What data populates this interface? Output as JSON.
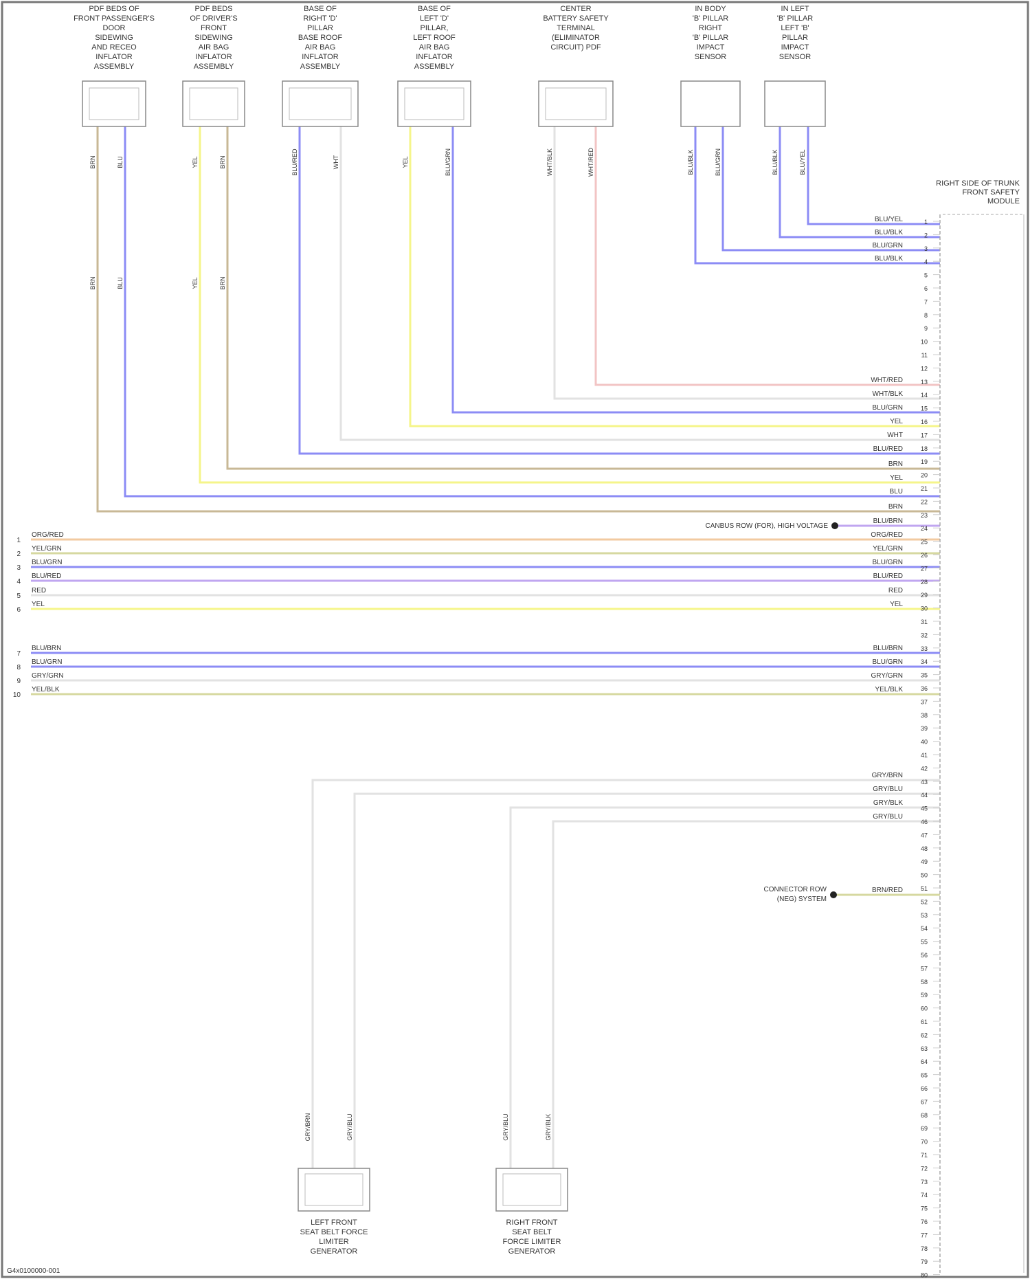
{
  "diagram": {
    "components": [
      {
        "id": "c1",
        "label": [
          "PDF BEDS OF",
          "FRONT PASSENGER'S",
          "DOOR",
          "SIDEWING",
          "AND RECEO",
          "INFLATOR",
          "ASSEMBLY"
        ]
      },
      {
        "id": "c2",
        "label": [
          "PDF BEDS",
          "OF DRIVER'S",
          "FRONT",
          "SIDEWING",
          "AIR BAG",
          "INFLATOR",
          "ASSEMBLY"
        ]
      },
      {
        "id": "c3",
        "label": [
          "BASE OF",
          "RIGHT 'D'",
          "PILLAR",
          "BASE ROOF",
          "AIR BAG",
          "INFLATOR",
          "ASSEMBLY"
        ]
      },
      {
        "id": "c4",
        "label": [
          "BASE OF",
          "LEFT 'D'",
          "PILLAR,",
          "LEFT ROOF",
          "AIR BAG",
          "INFLATOR",
          "ASSEMBLY"
        ]
      },
      {
        "id": "c5",
        "label": [
          "CENTER",
          "BATTERY SAFETY",
          "TERMINAL",
          "(ELIMINATOR",
          "CIRCUIT) PDF"
        ]
      },
      {
        "id": "c6",
        "label": [
          "IN BODY",
          "'B' PILLAR",
          "RIGHT",
          "'B' PILLAR",
          "IMPACT",
          "SENSOR"
        ]
      },
      {
        "id": "c7",
        "label": [
          "IN LEFT",
          "'B' PILLAR",
          "LEFT 'B'",
          "PILLAR",
          "IMPACT",
          "SENSOR"
        ]
      },
      {
        "id": "c8",
        "label": [
          "LEFT FRONT",
          "SEAT BELT FORCE",
          "LIMITER",
          "GENERATOR"
        ]
      },
      {
        "id": "c9",
        "label": [
          "RIGHT FRONT",
          "SEAT BELT",
          "FORCE LIMITER",
          "GENERATOR"
        ]
      }
    ],
    "module_label": [
      "RIGHT SIDE OF TRUNK",
      "FRONT SAFETY",
      "MODULE"
    ],
    "top_wire_labels": {
      "c1": [
        "BRN",
        "BLU",
        "BRN",
        "BLU"
      ],
      "c2": [
        "YEL",
        "BRN",
        "YEL",
        "BRN"
      ],
      "c3": [
        "BLU/RED",
        "WHT"
      ],
      "c4": [
        "YEL",
        "BLU/GRN"
      ],
      "c5": [
        "WHT/BLK",
        "WHT/RED"
      ],
      "c6": [
        "BLU/BLK",
        "BLU/GRN"
      ],
      "c7": [
        "BLU/BLK",
        "BLU/YEL"
      ]
    },
    "module_wire_labels": {
      "sensors": [
        "BLU/YEL",
        "BLU/BLK",
        "BLU/GRN",
        "BLU/BLK"
      ],
      "main": [
        "WHT/RED",
        "WHT/BLK",
        "BLU/GRN",
        "YEL",
        "WHT",
        "BLU/RED",
        "BRN",
        "YEL",
        "BLU",
        "BRN"
      ],
      "diag": "BLU/BRN",
      "bus_a": [
        "ORG/RED",
        "YEL/GRN",
        "BLU/GRN",
        "BLU/RED",
        "RED",
        "YEL"
      ],
      "bus_b": [
        "BLU/BRN",
        "BLU/GRN",
        "GRY/GRN",
        "YEL/BLK"
      ],
      "bottom": [
        "GRY/BRN",
        "GRY/BLU",
        "GRY/BLK",
        "GRY/BLU"
      ],
      "ground": "BRN/RED"
    },
    "left_numbers_a": [
      "1",
      "2",
      "3",
      "4",
      "5",
      "6"
    ],
    "left_numbers_b": [
      "7",
      "8",
      "9",
      "10"
    ],
    "annotations": {
      "diag": "CANBUS ROW (FOR), HIGH VOLTAGE",
      "ground": [
        "CONNECTOR ROW",
        "(NEG) SYSTEM"
      ]
    },
    "bottom_wire_labels": {
      "c8": [
        "GRY/BRN",
        "GRY/BLU"
      ],
      "c9": [
        "GRY/BLU",
        "GRY/BLK"
      ]
    },
    "footer": "G4x0100000-001",
    "pin_count": 81,
    "colors": {
      "blue": "#8c8cf5",
      "brown": "#c8b896",
      "yellow": "#f5f58a",
      "gray": "#e2e2e2",
      "pink": "#f2c4c4",
      "purple": "#c0a6f0",
      "orange": "#f2caa0",
      "olive": "#d6d8a0",
      "frame": "#555555"
    }
  }
}
